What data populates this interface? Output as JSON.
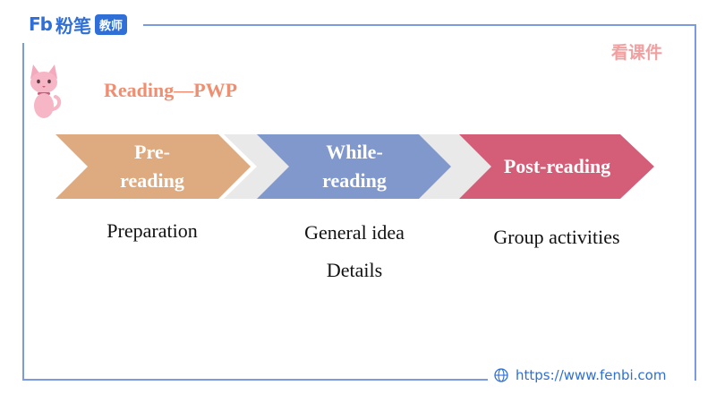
{
  "header": {
    "logo_mark": "Fb",
    "logo_name": "粉笔",
    "logo_badge": "教师",
    "courseware_link": "看课件"
  },
  "slide": {
    "title": "Reading—PWP",
    "steps": [
      {
        "line1": "Pre-",
        "line2": "reading",
        "color": "#deaa80",
        "desc": [
          "Preparation"
        ]
      },
      {
        "line1": "While-",
        "line2": "reading",
        "color": "#8198cd",
        "desc": [
          "General idea",
          "Details"
        ]
      },
      {
        "line1": "Post-reading",
        "line2": "",
        "color": "#d45e77",
        "desc": [
          "Group activities"
        ]
      }
    ]
  },
  "footer": {
    "url": "https://www.fenbi.com",
    "icon": "globe-icon"
  },
  "colors": {
    "accent": "#2f6fd6",
    "title": "#ef8f72",
    "frame": "#7a9be0"
  }
}
